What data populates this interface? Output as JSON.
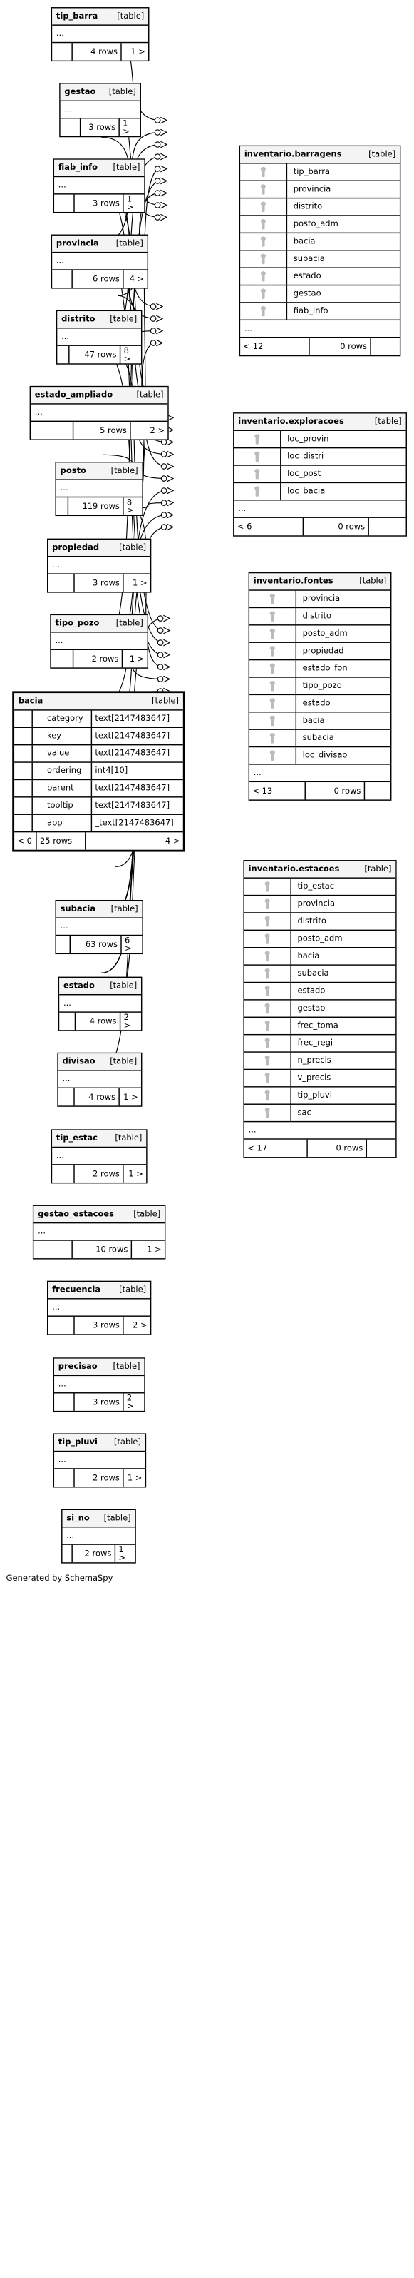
{
  "footer": "Generated by SchemaSpy",
  "small_tables": [
    {
      "id": "tip_barra",
      "name": "tip_barra",
      "type": "[table]",
      "ellipsis": "...",
      "rows": "4 rows",
      "children": "1 >"
    },
    {
      "id": "gestao",
      "name": "gestao",
      "type": "[table]",
      "ellipsis": "...",
      "rows": "3 rows",
      "children": "1 >"
    },
    {
      "id": "fiab_info",
      "name": "fiab_info",
      "type": "[table]",
      "ellipsis": "...",
      "rows": "3 rows",
      "children": "1 >"
    },
    {
      "id": "provincia",
      "name": "provincia",
      "type": "[table]",
      "ellipsis": "...",
      "rows": "6 rows",
      "children": "4 >"
    },
    {
      "id": "distrito",
      "name": "distrito",
      "type": "[table]",
      "ellipsis": "...",
      "rows": "47 rows",
      "children": "8 >"
    },
    {
      "id": "estado_ampliado",
      "name": "estado_ampliado",
      "type": "[table]",
      "ellipsis": "...",
      "rows": "5 rows",
      "children": "2 >"
    },
    {
      "id": "posto",
      "name": "posto",
      "type": "[table]",
      "ellipsis": "...",
      "rows": "119 rows",
      "children": "8 >"
    },
    {
      "id": "propiedad",
      "name": "propiedad",
      "type": "[table]",
      "ellipsis": "...",
      "rows": "3 rows",
      "children": "1 >"
    },
    {
      "id": "tipo_pozo",
      "name": "tipo_pozo",
      "type": "[table]",
      "ellipsis": "...",
      "rows": "2 rows",
      "children": "1 >"
    },
    {
      "id": "subacia",
      "name": "subacia",
      "type": "[table]",
      "ellipsis": "...",
      "rows": "63 rows",
      "children": "6 >"
    },
    {
      "id": "estado",
      "name": "estado",
      "type": "[table]",
      "ellipsis": "...",
      "rows": "4 rows",
      "children": "2 >"
    },
    {
      "id": "divisao",
      "name": "divisao",
      "type": "[table]",
      "ellipsis": "...",
      "rows": "4 rows",
      "children": "1 >"
    },
    {
      "id": "tip_estac",
      "name": "tip_estac",
      "type": "[table]",
      "ellipsis": "...",
      "rows": "2 rows",
      "children": "1 >"
    },
    {
      "id": "gestao_estacoes",
      "name": "gestao_estacoes",
      "type": "[table]",
      "ellipsis": "...",
      "rows": "10 rows",
      "children": "1 >"
    },
    {
      "id": "frecuencia",
      "name": "frecuencia",
      "type": "[table]",
      "ellipsis": "...",
      "rows": "3 rows",
      "children": "2 >"
    },
    {
      "id": "precisao",
      "name": "precisao",
      "type": "[table]",
      "ellipsis": "...",
      "rows": "3 rows",
      "children": "2 >"
    },
    {
      "id": "tip_pluvi",
      "name": "tip_pluvi",
      "type": "[table]",
      "ellipsis": "...",
      "rows": "2 rows",
      "children": "1 >"
    },
    {
      "id": "si_no",
      "name": "si_no",
      "type": "[table]",
      "ellipsis": "...",
      "rows": "2 rows",
      "children": "1 >"
    }
  ],
  "bacia": {
    "name": "bacia",
    "type": "[table]",
    "columns": [
      {
        "name": "category",
        "type": "text[2147483647]"
      },
      {
        "name": "key",
        "type": "text[2147483647]"
      },
      {
        "name": "value",
        "type": "text[2147483647]"
      },
      {
        "name": "ordering",
        "type": "int4[10]"
      },
      {
        "name": "parent",
        "type": "text[2147483647]"
      },
      {
        "name": "tooltip",
        "type": "text[2147483647]"
      },
      {
        "name": "app",
        "type": "_text[2147483647]"
      }
    ],
    "parents": "< 0",
    "rows": "25 rows",
    "children": "4 >"
  },
  "big_tables": [
    {
      "id": "barragens",
      "name": "inventario.barragens",
      "type": "[table]",
      "columns": [
        "tip_barra",
        "provincia",
        "distrito",
        "posto_adm",
        "bacia",
        "subacia",
        "estado",
        "gestao",
        "fiab_info"
      ],
      "ellipsis": "...",
      "parents": "< 12",
      "rows": "0 rows"
    },
    {
      "id": "exploracoes",
      "name": "inventario.exploracoes",
      "type": "[table]",
      "columns": [
        "loc_provin",
        "loc_distri",
        "loc_post",
        "loc_bacia"
      ],
      "ellipsis": "...",
      "parents": "< 6",
      "rows": "0 rows"
    },
    {
      "id": "fontes",
      "name": "inventario.fontes",
      "type": "[table]",
      "columns": [
        "provincia",
        "distrito",
        "posto_adm",
        "propiedad",
        "estado_fon",
        "tipo_pozo",
        "estado",
        "bacia",
        "subacia",
        "loc_divisao"
      ],
      "ellipsis": "...",
      "parents": "< 13",
      "rows": "0 rows"
    },
    {
      "id": "estacoes",
      "name": "inventario.estacoes",
      "type": "[table]",
      "columns": [
        "tip_estac",
        "provincia",
        "distrito",
        "posto_adm",
        "bacia",
        "subacia",
        "estado",
        "gestao",
        "frec_toma",
        "frec_regi",
        "n_precis",
        "v_precis",
        "tip_pluvi",
        "sac"
      ],
      "ellipsis": "...",
      "parents": "< 17",
      "rows": "0 rows"
    }
  ]
}
